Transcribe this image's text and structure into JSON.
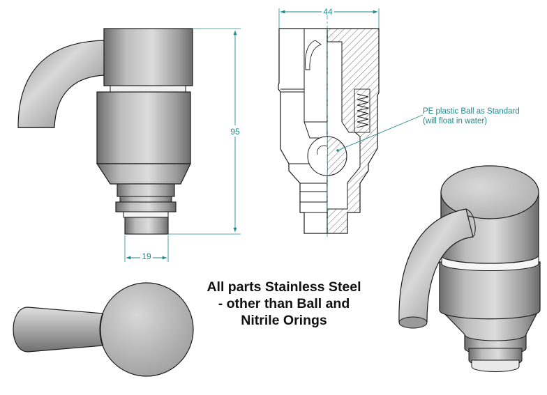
{
  "dimensions": {
    "width": "44",
    "height": "95",
    "outlet_diameter": "19"
  },
  "callout": {
    "line1": "PE plastic Ball as Standard",
    "line2": "(will float in water)"
  },
  "note": {
    "line1": "All parts Stainless Steel",
    "line2": "- other than Ball and",
    "line3": "Nitrile Orings"
  },
  "colors": {
    "dimension": "#1f8a8a",
    "steel_light": "#d4d4d4",
    "steel_dark": "#707070",
    "outline": "#1a1a1a",
    "hatch": "#444444"
  }
}
